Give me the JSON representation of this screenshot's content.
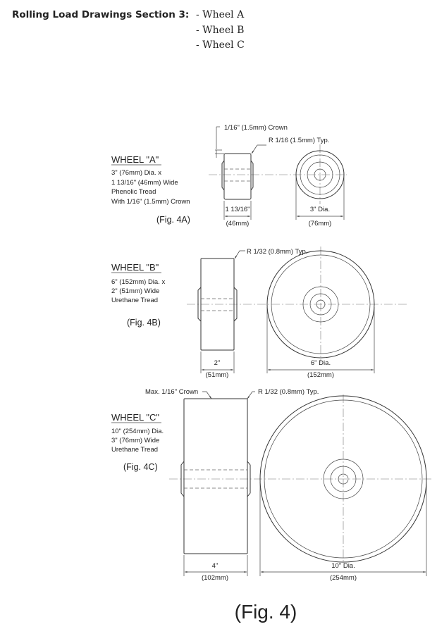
{
  "header": {
    "title": "Rolling Load Drawings Section 3:",
    "items": [
      "- Wheel A",
      "- Wheel B",
      "- Wheel C"
    ]
  },
  "wheel_a": {
    "label": "WHEEL \"A\"",
    "description": [
      "3\" (76mm) Dia. x",
      "1 13/16\" (46mm) Wide",
      "Phenolic Tread",
      "With 1/16\" (1.5mm) Crown"
    ],
    "figure": "(Fig. 4A)",
    "crown_note": "1/16\" (1.5mm) Crown",
    "radius_note": "R 1/16 (1.5mm) Typ.",
    "width_dim": "1 13/16\"",
    "width_mm": "(46mm)",
    "dia_dim": "3\" Dia.",
    "dia_mm": "(76mm)"
  },
  "wheel_b": {
    "label": "WHEEL \"B\"",
    "description": [
      "6\" (152mm) Dia. x",
      "2\" (51mm) Wide",
      "Urethane Tread"
    ],
    "figure": "(Fig. 4B)",
    "radius_note": "R 1/32 (0.8mm) Typ.",
    "width_dim": "2\"",
    "width_mm": "(51mm)",
    "dia_dim": "6\" Dia.",
    "dia_mm": "(152mm)"
  },
  "wheel_c": {
    "label": "WHEEL \"C\"",
    "description": [
      "10\" (254mm) Dia.",
      "3\" (76mm) Wide",
      "Urethane Tread"
    ],
    "figure": "(Fig. 4C)",
    "crown_note": "Max. 1/16\" Crown",
    "radius_note": "R 1/32 (0.8mm) Typ.",
    "width_dim": "4\"",
    "width_mm": "(102mm)",
    "dia_dim": "10\" Dia.",
    "dia_mm": "(254mm)"
  },
  "main_figure": "(Fig. 4)"
}
